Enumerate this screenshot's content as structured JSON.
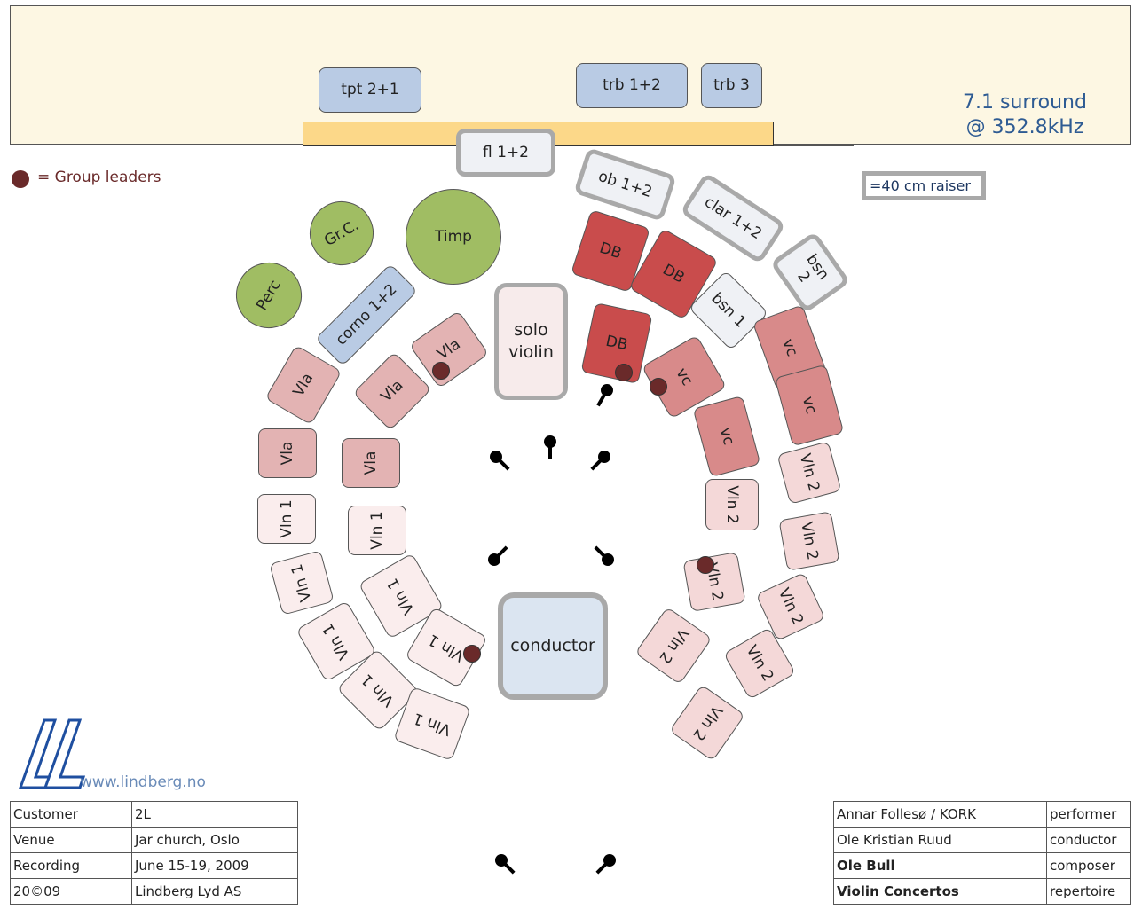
{
  "header": {
    "surround_line1": "7.1 surround",
    "surround_line2": "@ 352.8kHz"
  },
  "legend": {
    "group_leaders": "= Group leaders",
    "raiser": "=40 cm raiser",
    "group_leader_color": "#6a2a2a"
  },
  "instruments": {
    "tpt": "tpt 2+1",
    "trb12": "trb 1+2",
    "trb3": "trb 3",
    "fl": "fl 1+2",
    "ob": "ob 1+2",
    "clar": "clar 1+2",
    "bsn2": "bsn\n2",
    "bsn1": "bsn 1",
    "grc": "Gr.C.",
    "timp": "Timp",
    "perc": "Perc",
    "corno": "corno 1+2",
    "solo": "solo\nviolin",
    "conductor": "conductor",
    "db": "DB",
    "vc": "vc",
    "vla": "Vla",
    "vln1": "Vln 1",
    "vln2": "Vln 2"
  },
  "brand": {
    "website": "www.lindberg.no"
  },
  "info_left": [
    {
      "label": "Customer",
      "value": "2L"
    },
    {
      "label": "Venue",
      "value": "Jar church, Oslo"
    },
    {
      "label": "Recording",
      "value": "June 15-19, 2009"
    },
    {
      "label": "20©09",
      "value": "Lindberg Lyd AS"
    }
  ],
  "info_right": [
    {
      "value": "Annar Follesø / KORK",
      "role": "performer"
    },
    {
      "value": "Ole Kristian Ruud",
      "role": "conductor"
    },
    {
      "value": "Ole Bull",
      "role": "composer"
    },
    {
      "value": "Violin Concertos",
      "role": "repertoire"
    }
  ]
}
